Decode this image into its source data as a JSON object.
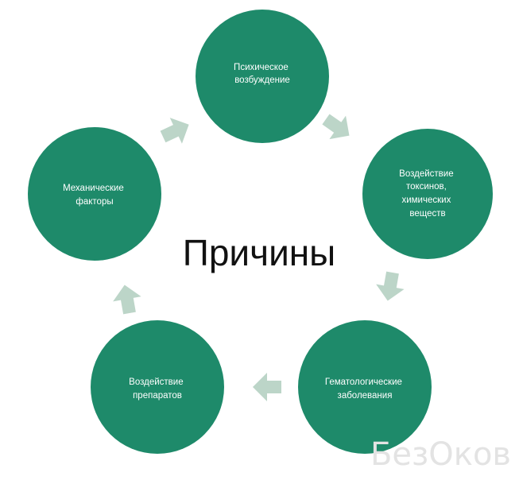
{
  "center_title": "Причины",
  "nodes": [
    {
      "id": "psych",
      "lines": [
        "Психическое",
        "возбуждение"
      ]
    },
    {
      "id": "toxins",
      "lines": [
        "Воздействие",
        "токсинов,",
        "химических",
        "веществ"
      ]
    },
    {
      "id": "hemato",
      "lines": [
        "Гематологические",
        "заболевания"
      ]
    },
    {
      "id": "drugs",
      "lines": [
        "Воздействие",
        "препаратов"
      ]
    },
    {
      "id": "mech",
      "lines": [
        "Механические",
        "факторы"
      ]
    }
  ],
  "watermark": "БезОков",
  "colors": {
    "node": "#1e8a6a",
    "arrow": "#bcd5c8",
    "title": "#111111"
  }
}
